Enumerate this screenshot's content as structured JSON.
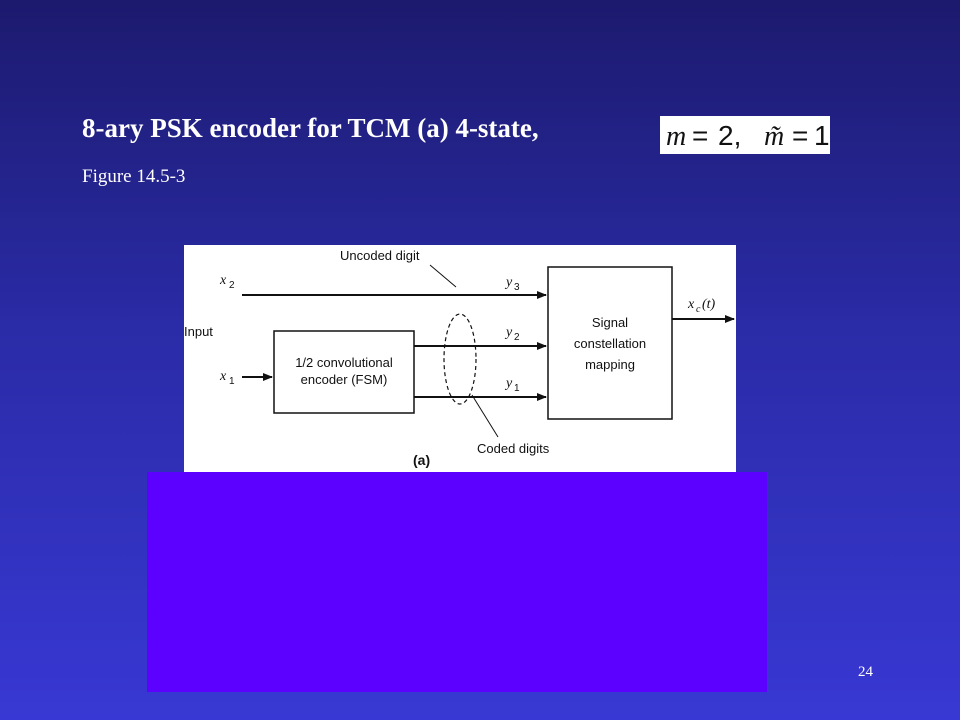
{
  "slide": {
    "title": "8-ary PSK encoder for TCM  (a)  4-state,",
    "formula": {
      "m_symbol": "m",
      "m_value": "2,",
      "m_tilde_symbol": "m̃",
      "m_tilde_value": "1"
    },
    "subtitle": "Figure 14.5-3",
    "page_number": "24"
  },
  "diagram": {
    "x2_var": "x",
    "x2_sub": "2",
    "x1_var": "x",
    "x1_sub": "1",
    "input_label": "Input",
    "uncoded_label": "Uncoded digit",
    "coded_label": "Coded digits",
    "y3_var": "y",
    "y3_sub": "3",
    "y2_var": "y",
    "y2_sub": "2",
    "y1_var": "y",
    "y1_sub": "1",
    "encoder_line1": "1/2 convolutional",
    "encoder_line2": "encoder (FSM)",
    "mapper_line1": "Signal",
    "mapper_line2": "constellation",
    "mapper_line3": "mapping",
    "output_var": "x",
    "output_sub": "c",
    "output_arg": "(t)",
    "panel_label": "(a)"
  },
  "colors": {
    "background_top": "#1c1a6e",
    "background_bottom": "#3838d4",
    "overlay": "#5c00ff",
    "text": "#ffffff"
  }
}
